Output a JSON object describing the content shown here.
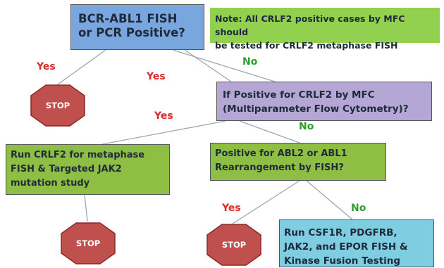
{
  "boxes": {
    "start": "BCR-ABL1 FISH\nor PCR Positive?",
    "note": "Note:  All CRLF2 positive cases by MFC should\nbe tested for CRLF2 metaphase FISH",
    "crlf2_mfc": "If Positive for CRLF2 by MFC\n(Multiparameter Flow Cytometry)?",
    "run_crlf2": "Run CRLF2 for metaphase\nFISH & Targeted JAK2\nmutation study",
    "abl_rearrangement": "Positive for ABL2 or ABL1\nRearrangement by FISH?",
    "run_csf1r": "Run CSF1R, PDGFRB,\nJAK2, and EPOR FISH &\nKinase Fusion Testing"
  },
  "labels": {
    "yes_1": "Yes",
    "yes_2": "Yes",
    "no_1": "No",
    "yes_3": "Yes",
    "no_2": "No",
    "yes_4": "Yes",
    "no_3": "No"
  },
  "stop_signs": [
    "STOP",
    "STOP",
    "STOP"
  ],
  "colors": {
    "start_box": "#7aa6e0",
    "note_box": "#92d050",
    "crlf2_box": "#b4a7d6",
    "green_box": "#8fbe45",
    "csf1r_box": "#7ecde0",
    "stop_fill": "#c0504d",
    "yes_text": "#d92b2b",
    "no_text": "#2f9e2f",
    "connector": "#9aa7b8"
  }
}
